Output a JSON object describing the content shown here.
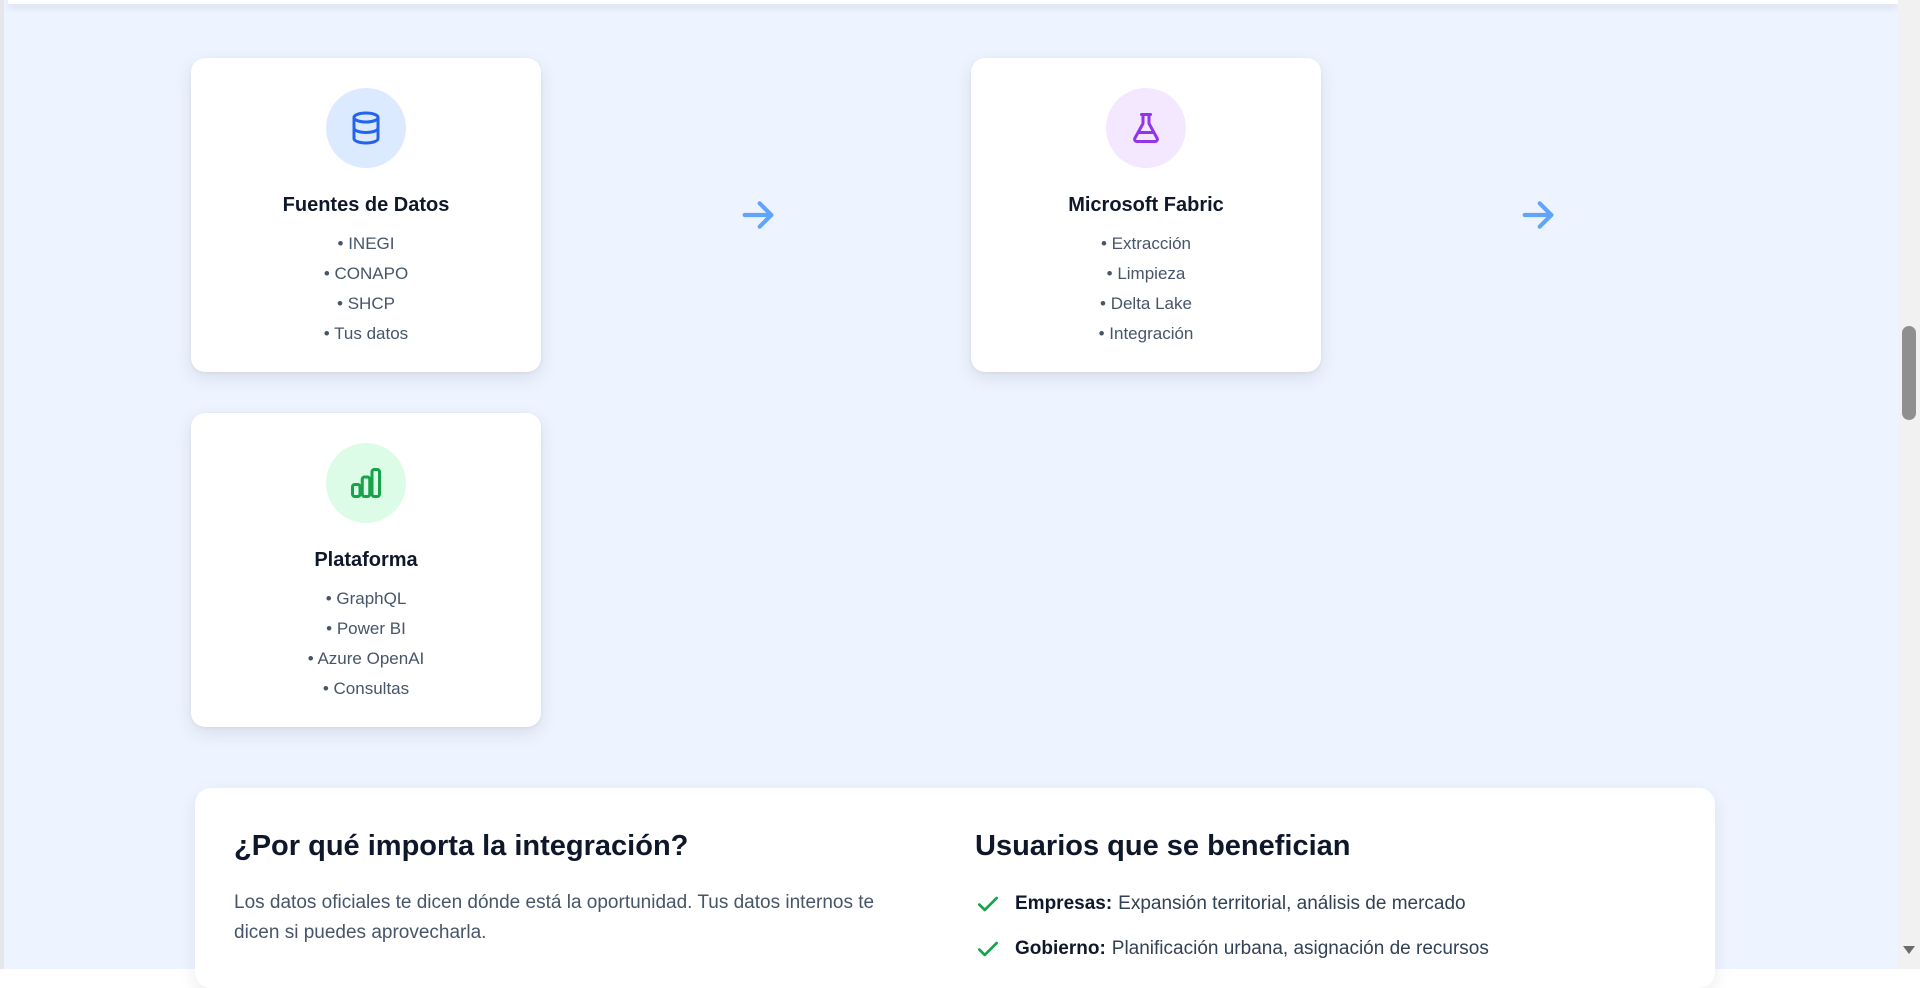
{
  "flow": {
    "cards": [
      {
        "title": "Fuentes de Datos",
        "icon": "database-icon",
        "icon_bg": "#dbeafe",
        "icon_color": "#2563eb",
        "items": [
          "• INEGI",
          "• CONAPO",
          "• SHCP",
          "• Tus datos"
        ]
      },
      {
        "title": "Microsoft Fabric",
        "icon": "flask-icon",
        "icon_bg": "#f3e8ff",
        "icon_color": "#9333ea",
        "items": [
          "• Extracción",
          "• Limpieza",
          "• Delta Lake",
          "• Integración"
        ]
      },
      {
        "title": "Plataforma",
        "icon": "bar-chart-icon",
        "icon_bg": "#dcfce7",
        "icon_color": "#16a34a",
        "items": [
          "• GraphQL",
          "• Power BI",
          "• Azure OpenAI",
          "• Consultas"
        ]
      }
    ],
    "arrow_icon": "arrow-right-icon",
    "arrow_color": "#60a5fa"
  },
  "benefits": {
    "why_title": "¿Por qué importa la integración?",
    "why_text": "Los datos oficiales te dicen dónde está la oportunidad. Tus datos internos te dicen si puedes aprovecharla.",
    "users_title": "Usuarios que se benefician",
    "check_color": "#16a34a",
    "users": [
      {
        "label": "Empresas:",
        "text": "Expansión territorial, análisis de mercado"
      },
      {
        "label": "Gobierno:",
        "text": "Planificación urbana, asignación de recursos"
      }
    ]
  }
}
